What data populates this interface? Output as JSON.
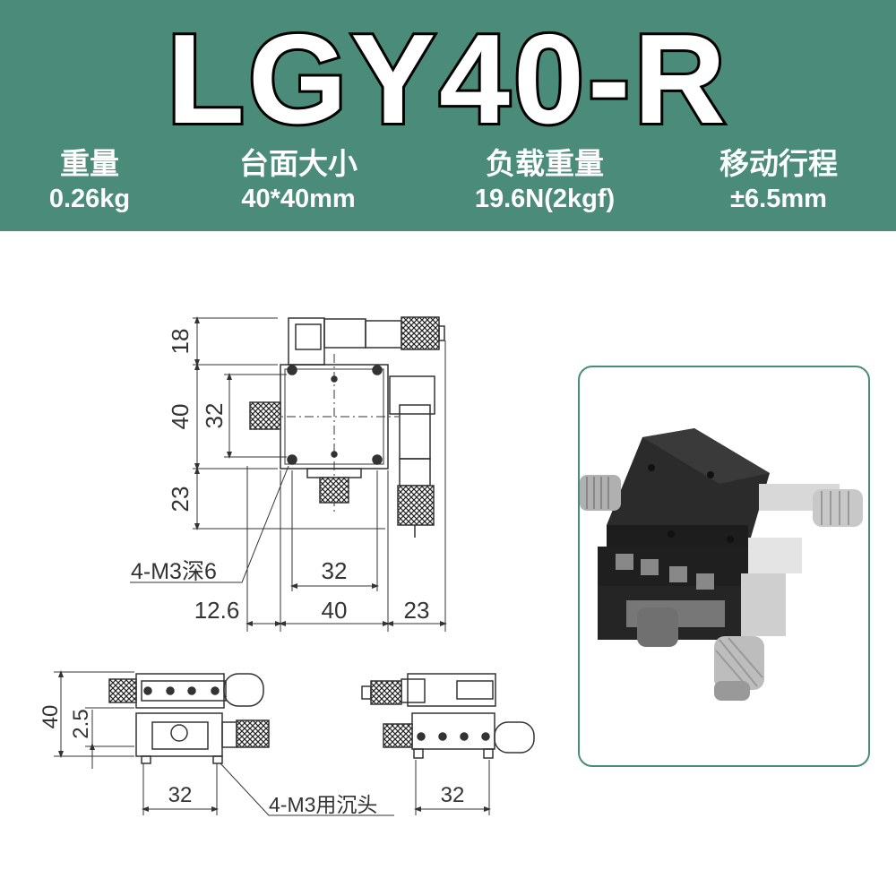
{
  "title": "LGY40-R",
  "specs": [
    {
      "label": "重量",
      "value": "0.26kg"
    },
    {
      "label": "台面大小",
      "value": "40*40mm"
    },
    {
      "label": "负载重量",
      "value": "19.6N(2kgf)"
    },
    {
      "label": "移动行程",
      "value": "±6.5mm"
    }
  ],
  "top_view": {
    "dim_18": "18",
    "dim_40_v": "40",
    "dim_32_v": "32",
    "dim_23_v": "23",
    "hole_note": "4-M3深6",
    "dim_32_h": "32",
    "dim_12_6": "12.6",
    "dim_40_h": "40",
    "dim_23_h": "23"
  },
  "side_views": {
    "dim_40": "40",
    "dim_2_5": "2.5",
    "dim_32_left": "32",
    "hole_note": "4-M3用沉头",
    "dim_32_right": "32"
  },
  "colors": {
    "banner": "#4a8c79",
    "photo_border": "#4a8c79"
  }
}
